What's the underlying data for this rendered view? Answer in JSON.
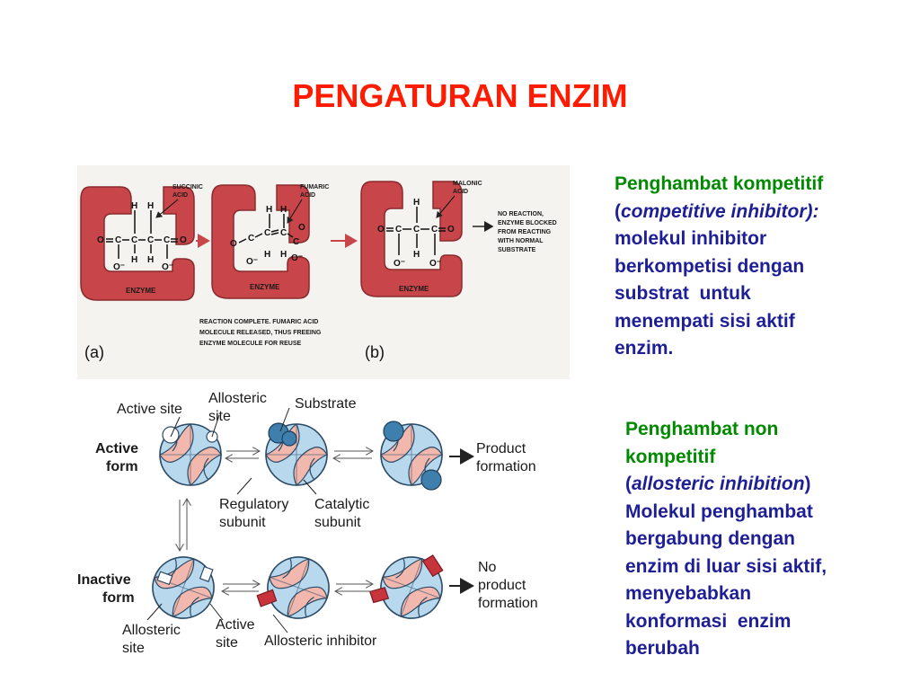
{
  "title": "PENGATURAN ENZIM",
  "competitive": {
    "heading": "Penghambat kompetitif",
    "paren_open": "(",
    "term": "competitive inhibitor):",
    "body_lines": [
      "molekul inhibitor",
      "berkompetisi dengan",
      "substrat  untuk",
      "menempati sisi aktif",
      "enzim."
    ]
  },
  "noncompetitive": {
    "heading_lines": [
      "Penghambat non",
      "kompetitif"
    ],
    "paren_open": "(",
    "term": "allosteric inhibition",
    "paren_close": ")",
    "body_lines": [
      "Molekul penghambat",
      "bergabung dengan",
      "enzim di luar sisi aktif,",
      "menyebabkan",
      "konformasi  enzim",
      "berubah"
    ]
  },
  "figure_top": {
    "succinic_label": [
      "SUCCINIC",
      "ACID"
    ],
    "fumaric_label": [
      "FUMARIC",
      "ACID"
    ],
    "malonic_label": [
      "MALONIC",
      "ACID"
    ],
    "enzyme_label": "ENZYME",
    "reaction_complete": [
      "REACTION COMPLETE. FUMARIC ACID",
      "MOLECULE RELEASED, THUS FREEING",
      "ENZYME MOLECULE FOR REUSE"
    ],
    "no_reaction": [
      "NO REACTION,",
      "ENZYME BLOCKED",
      "FROM REACTING",
      "WITH NORMAL",
      "SUBSTRATE"
    ],
    "panel_a": "(a)",
    "panel_b": "(b)",
    "atom_h": "H",
    "atom_c": "C",
    "atom_o": "O",
    "atom_o_minus": "O⁻"
  },
  "figure_bottom": {
    "active_site": "Active site",
    "allosteric_site": [
      "Allosteric",
      "site"
    ],
    "substrate": "Substrate",
    "active_form": [
      "Active",
      "form"
    ],
    "product_formation": [
      "Product",
      "formation"
    ],
    "regulatory_subunit": [
      "Regulatory",
      "subunit"
    ],
    "catalytic_subunit": [
      "Catalytic",
      "subunit"
    ],
    "inactive_form": [
      "Inactive",
      "form"
    ],
    "no_product_formation": [
      "No",
      "product",
      "formation"
    ],
    "allosteric_site_bottom": [
      "Allosteric",
      "site"
    ],
    "active_site_bottom": [
      "Active",
      "site"
    ],
    "allosteric_inhibitor": "Allosteric inhibitor"
  },
  "colors": {
    "title": "#ff1a00",
    "green_text": "#008a00",
    "blue_text": "#1e1e96",
    "enzyme_red": "#c8464a",
    "subunit_blue": "#b8d8ee",
    "subunit_pink": "#f2b8ae",
    "substrate_blue": "#3f7fae",
    "inhibitor_red": "#c8343c"
  }
}
